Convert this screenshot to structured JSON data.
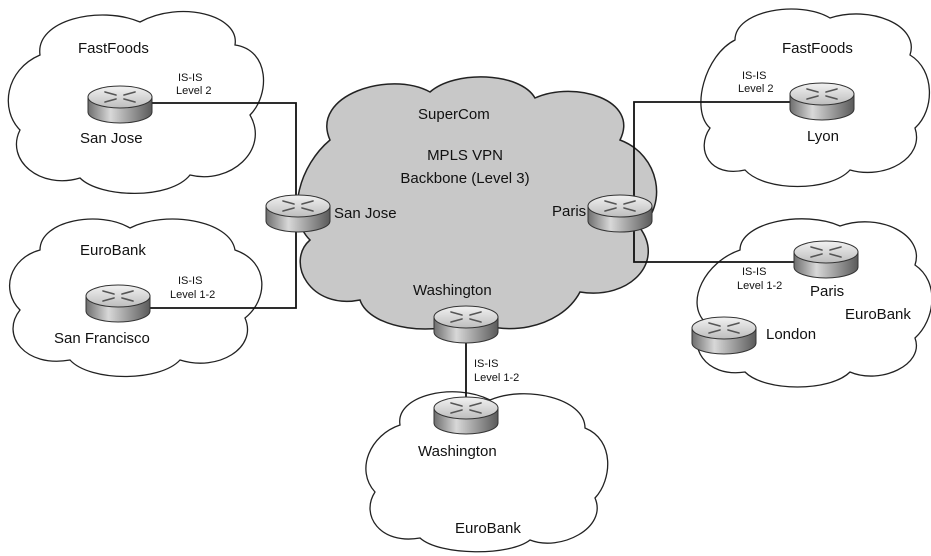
{
  "backbone": {
    "name": "SuperCom",
    "line1": "MPLS VPN",
    "line2": "Backbone (Level 3)",
    "routers": {
      "sanjose": "San Jose",
      "paris": "Paris",
      "washington": "Washington"
    }
  },
  "customers": {
    "fastfoods_west": {
      "name": "FastFoods",
      "router": "San Jose",
      "link_l1": "IS-IS",
      "link_l2": "Level 2"
    },
    "eurobank_west": {
      "name": "EuroBank",
      "router": "San Francisco",
      "link_l1": "IS-IS",
      "link_l2": "Level 1-2"
    },
    "fastfoods_east": {
      "name": "FastFoods",
      "router": "Lyon",
      "link_l1": "IS-IS",
      "link_l2": "Level 2"
    },
    "eurobank_east": {
      "name": "EuroBank",
      "router": "Paris",
      "router2": "London",
      "link_l1": "IS-IS",
      "link_l2": "Level 1-2"
    },
    "eurobank_south": {
      "name": "EuroBank",
      "router": "Washington",
      "link_l1": "IS-IS",
      "link_l2": "Level 1-2"
    }
  },
  "colors": {
    "backbone_fill": "#c8c8c8",
    "cloud_stroke": "#222222",
    "router_body": "#9a9a9a"
  }
}
